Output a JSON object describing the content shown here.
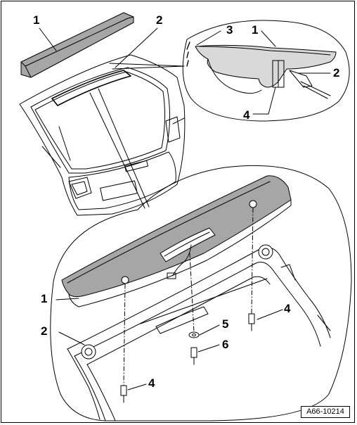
{
  "callouts": {
    "top_left_1": "1",
    "top_left_2": "2",
    "detail_3": "3",
    "detail_1": "1",
    "detail_2": "2",
    "detail_4": "4",
    "main_1": "1",
    "main_2": "2",
    "main_4_left": "4",
    "main_4_right": "4",
    "main_5": "5",
    "main_6": "6"
  },
  "reference_code": "A66-10214",
  "colors": {
    "line": "#000000",
    "spoiler_fill": "#a6a6a6",
    "background": "#ffffff"
  }
}
